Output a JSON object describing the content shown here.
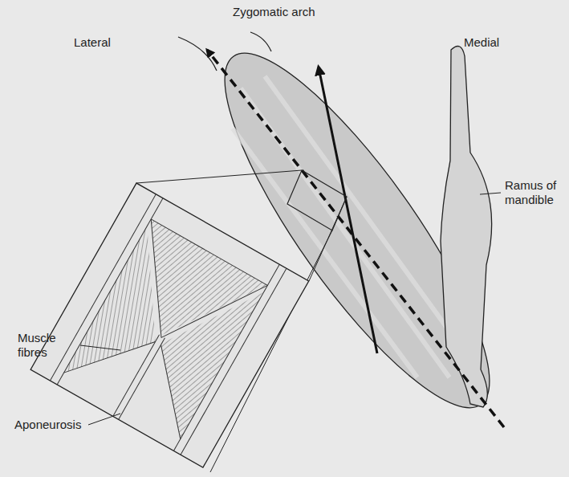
{
  "diagram": {
    "labels": [
      "Zygomatic arch",
      "Lateral",
      "Medial",
      "Ramus of mandible",
      "Muscle fibres",
      "Aponeurosis"
    ]
  }
}
